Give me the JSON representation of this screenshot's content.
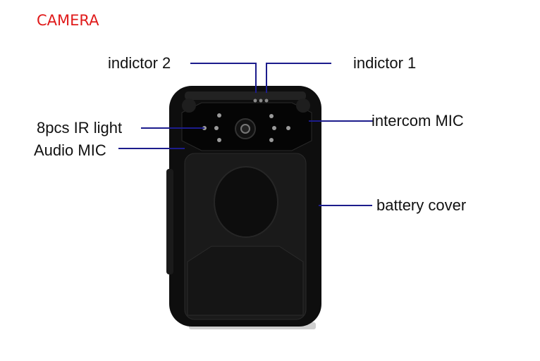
{
  "title": "CAMERA",
  "labels": {
    "indicator_2": "indictor 2",
    "indicator_1": "indictor 1",
    "ir_light": "8pcs IR light",
    "audio_mic": "Audio MIC",
    "intercom_mic": "intercom MIC",
    "battery_cover": "battery cover"
  },
  "colors": {
    "title": "#e01b1b",
    "leader": "#1c1c8c",
    "body": "#141414"
  }
}
